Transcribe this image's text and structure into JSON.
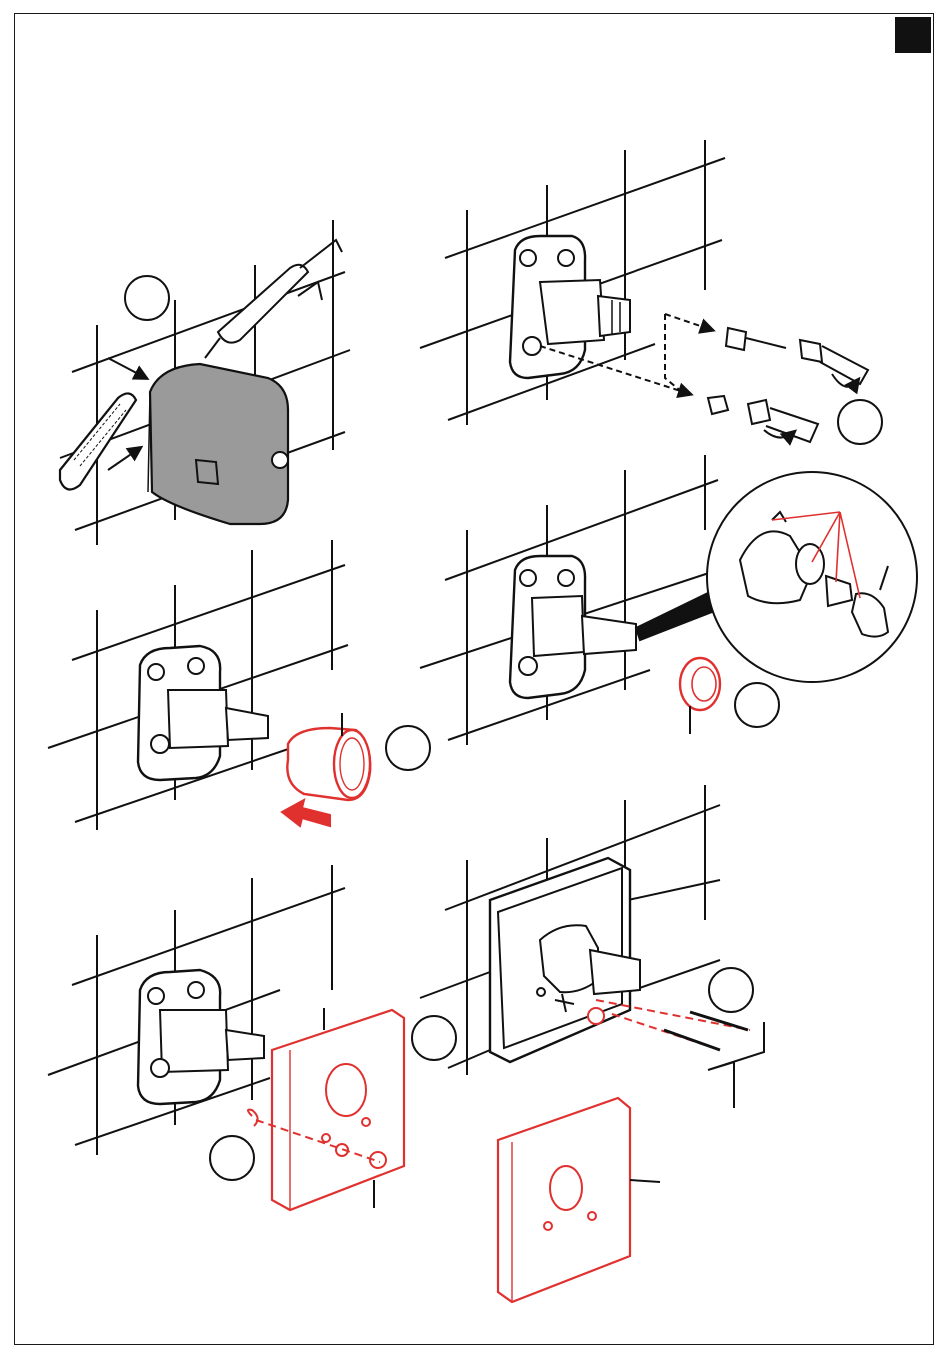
{
  "document": {
    "type": "installation-instruction-sheet",
    "steps": [
      {
        "id": "step-1",
        "description": "seal-box-with-plaster-and-trowel",
        "has_callout": true
      },
      {
        "id": "step-2",
        "description": "mount-cartridge-and-tighten-bushing",
        "has_callout": true
      },
      {
        "id": "step-3",
        "description": "slide-on-extension-sleeve",
        "has_callout": true
      },
      {
        "id": "step-4",
        "description": "fit-rosette-detail-with-handle",
        "has_callout": true
      },
      {
        "id": "step-5",
        "description": "position-wall-plate-and-clip",
        "has_callout": true
      },
      {
        "id": "step-6",
        "description": "fix-cover-plate-with-screws",
        "has_callout": true
      }
    ]
  },
  "colors": {
    "line": "#111111",
    "accent": "#e0312f",
    "fill_grey": "#9a9a9a",
    "background": "#ffffff"
  },
  "icons": [
    "trowel-icon",
    "plaster-gun-icon",
    "arrow-icon",
    "sleeve-icon",
    "wall-plate-icon",
    "screw-icon",
    "clip-icon",
    "handle-icon"
  ]
}
